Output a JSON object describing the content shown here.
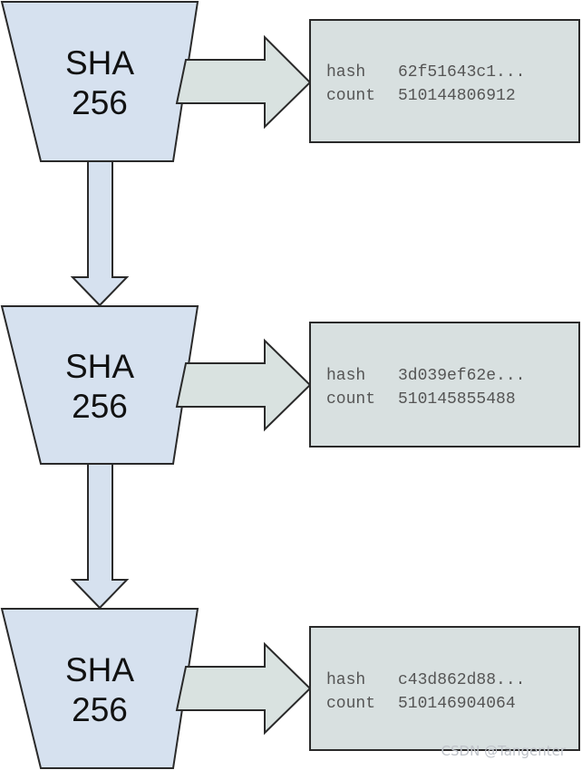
{
  "stages": [
    {
      "hasher_line1": "SHA",
      "hasher_line2": "256",
      "output": {
        "hash_key": "hash",
        "hash_value": "62f51643c1...",
        "count_key": "count",
        "count_value": "510144806912"
      }
    },
    {
      "hasher_line1": "SHA",
      "hasher_line2": "256",
      "output": {
        "hash_key": "hash",
        "hash_value": "3d039ef62e...",
        "count_key": "count",
        "count_value": "510145855488"
      }
    },
    {
      "hasher_line1": "SHA",
      "hasher_line2": "256",
      "output": {
        "hash_key": "hash",
        "hash_value": "c43d862d88...",
        "count_key": "count",
        "count_value": "510146904064"
      }
    }
  ],
  "watermark": "CSDN @Tangenter",
  "colors": {
    "hasher_fill": "#d6e1ef",
    "arrow_fill": "#d9e2e0",
    "output_fill": "#d8e0e0",
    "stroke": "#2a2a2a"
  }
}
